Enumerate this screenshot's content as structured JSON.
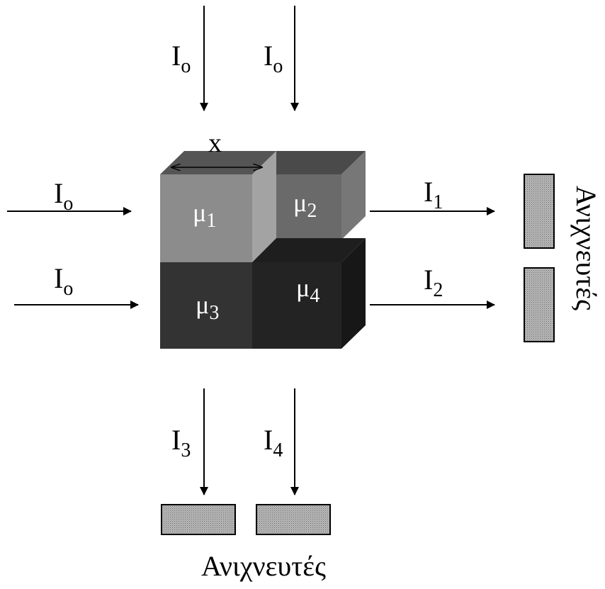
{
  "beams": {
    "top_left": {
      "main": "I",
      "sub": "o"
    },
    "top_right": {
      "main": "I",
      "sub": "o"
    },
    "left_top": {
      "main": "I",
      "sub": "o"
    },
    "left_bottom": {
      "main": "I",
      "sub": "o"
    }
  },
  "outputs": {
    "right_top": {
      "main": "I",
      "sub": "1"
    },
    "right_bottom": {
      "main": "I",
      "sub": "2"
    },
    "bottom_left": {
      "main": "I",
      "sub": "3"
    },
    "bottom_right": {
      "main": "I",
      "sub": "4"
    }
  },
  "block": {
    "width_label": "x",
    "cells": [
      {
        "main": "μ",
        "sub": "1",
        "color": "#8c8c8c"
      },
      {
        "main": "μ",
        "sub": "2",
        "color": "#6a6a6a"
      },
      {
        "main": "μ",
        "sub": "3",
        "color": "#333333"
      },
      {
        "main": "μ",
        "sub": "4",
        "color": "#232323"
      }
    ]
  },
  "detectors": {
    "right_label": "Ανιχνευτές",
    "bottom_label": "Ανιχνευτές"
  }
}
